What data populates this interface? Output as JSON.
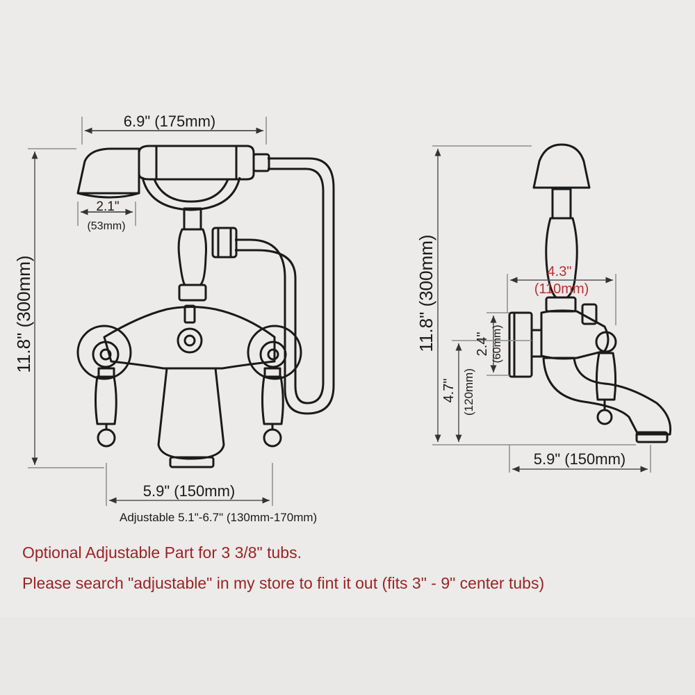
{
  "front_view": {
    "width_label": "6.9\" (175mm)",
    "handshower_label": "2.1\"",
    "handshower_mm_label": "(53mm)",
    "height_label": "11.8\" (300mm)",
    "center_label": "5.9\" (150mm)",
    "adjustable_label": "Adjustable 5.1\"-6.7\" (130mm-170mm)"
  },
  "side_view": {
    "height_label": "11.8\" (300mm)",
    "depth_label": "4.3\"",
    "depth_mm_label": "(110mm)",
    "wall_label": "2.4\"",
    "wall_mm_label": "(60mm)",
    "spout_height_label": "4.7\"",
    "spout_height_mm_label": "(120mm)",
    "reach_label": "5.9\" (150mm)"
  },
  "notes": {
    "line1": "Optional Adjustable Part for 3 3/8\" tubs.",
    "line2": "Please search \"adjustable\" in my store to fint it out (fits 3\" - 9\" center tubs)"
  },
  "colors": {
    "background": "#ecebea",
    "line": "#1a1a1a",
    "dimension": "#8d8d8d",
    "note_red": "#9a2424"
  }
}
